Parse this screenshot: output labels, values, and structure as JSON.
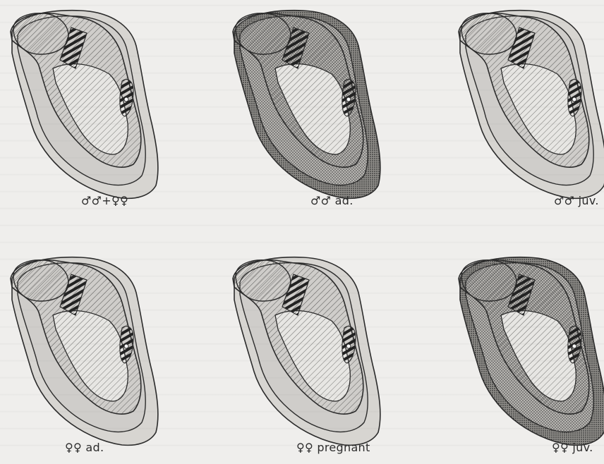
{
  "panels": [
    {
      "id": "all",
      "caption": "♂♂+♀♀",
      "pattern": "std",
      "darkOuter": false
    },
    {
      "id": "m-ad",
      "caption": "♂♂ ad.",
      "pattern": "dots",
      "darkOuter": true
    },
    {
      "id": "m-juv",
      "caption": "♂♂ juv.",
      "pattern": "std",
      "darkOuter": false
    },
    {
      "id": "f-ad",
      "caption": "♀♀ ad.",
      "pattern": "std",
      "darkOuter": false
    },
    {
      "id": "f-preg",
      "caption": "♀♀ pregnant",
      "pattern": "std",
      "darkOuter": false
    },
    {
      "id": "f-juv",
      "caption": "♀♀ juv.",
      "pattern": "dots",
      "darkOuter": true
    }
  ],
  "colors": {
    "ink": "#2b2b2b",
    "paper": "#efeeec",
    "shade": "#cfcdca",
    "darkShade": "#9f9d99"
  }
}
